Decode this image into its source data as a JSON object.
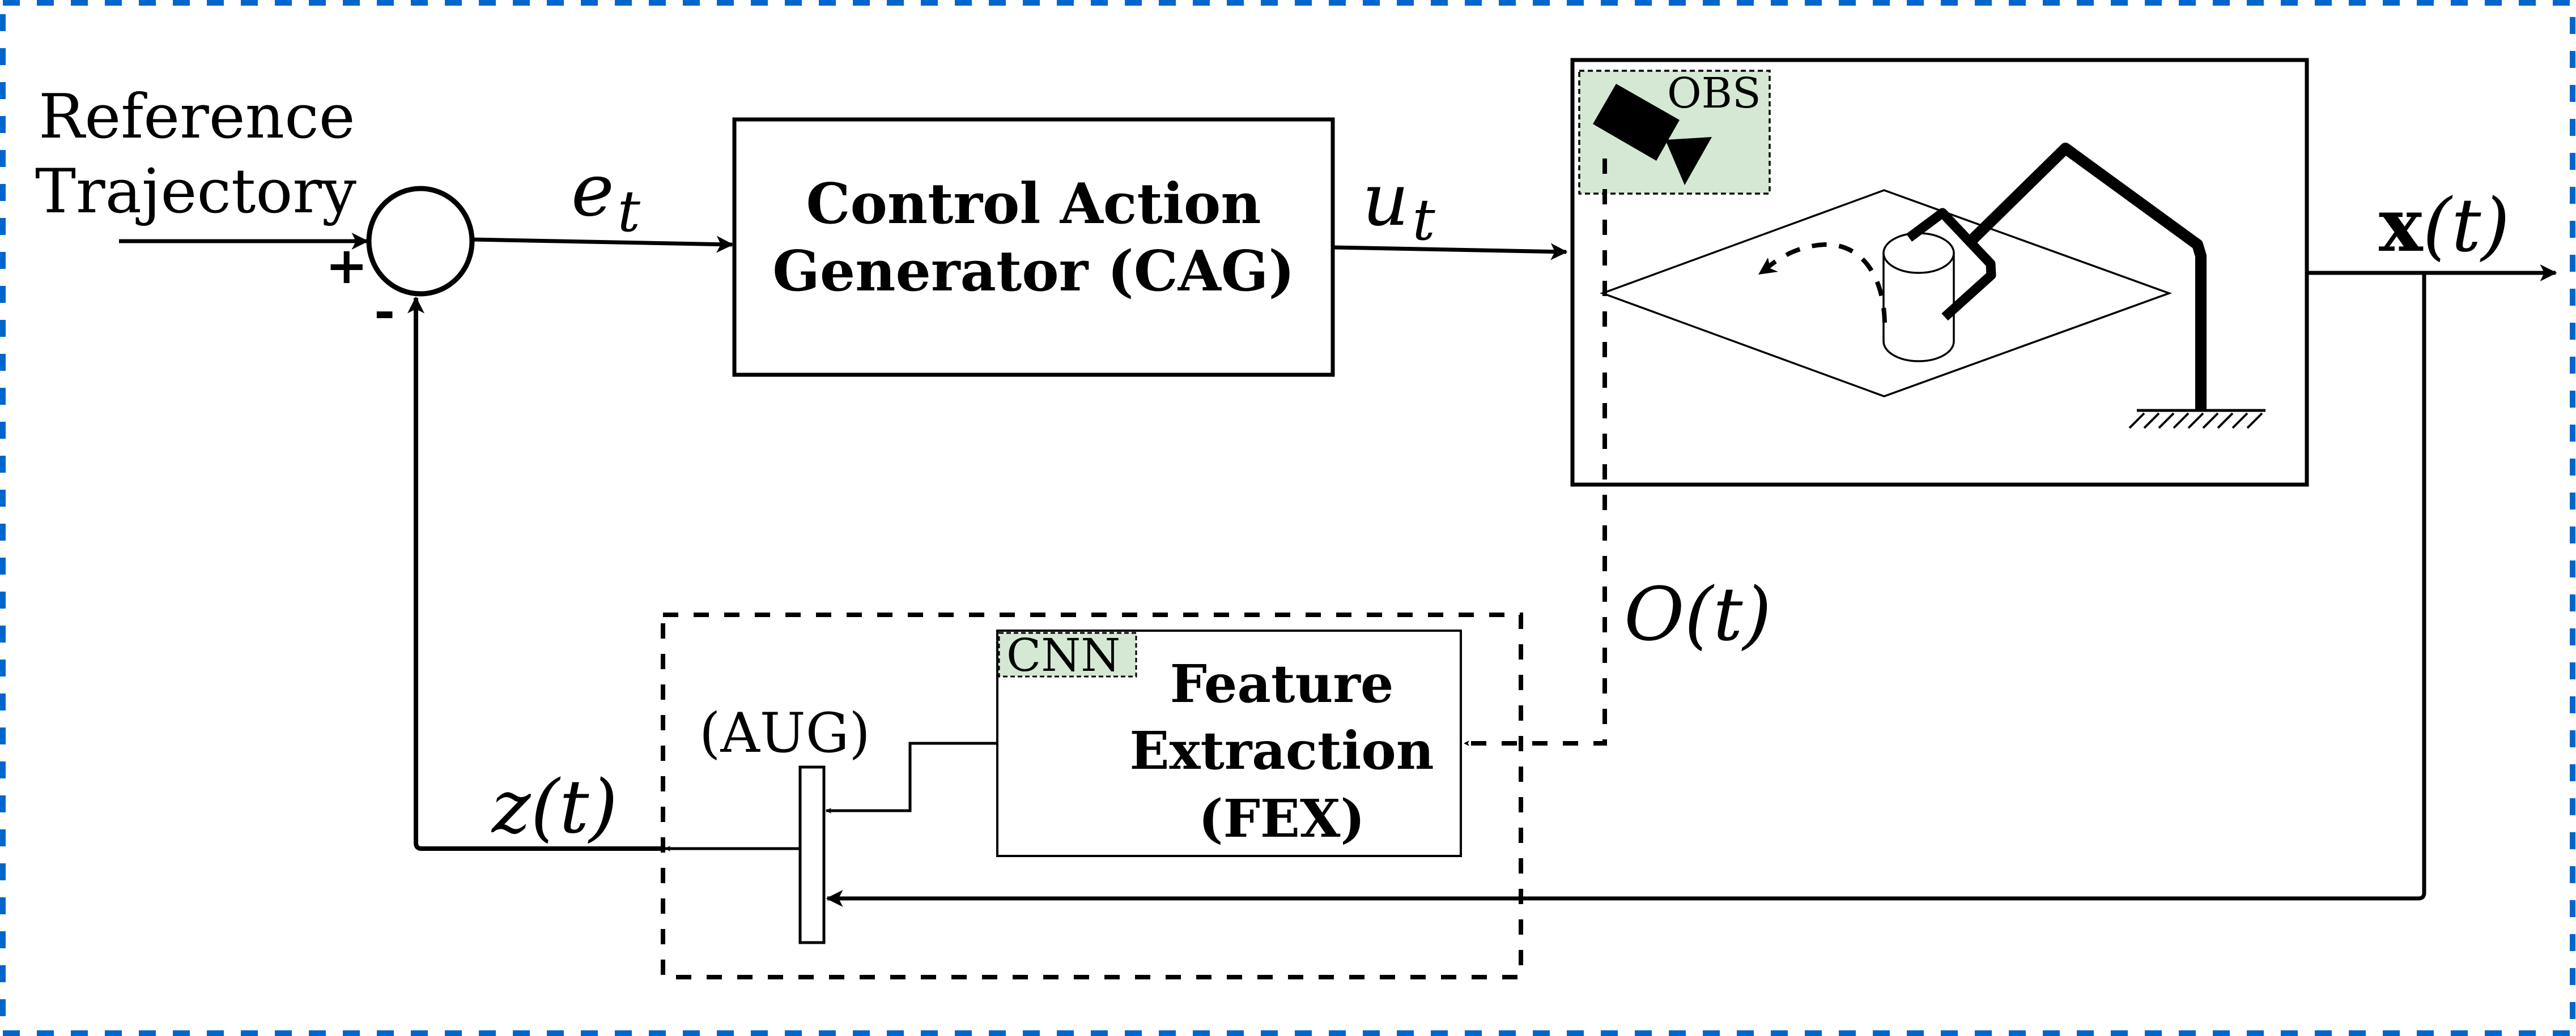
{
  "diagram": {
    "title": "Closed-loop visual control pipeline",
    "colors": {
      "frame_border": "#0066CC",
      "stroke": "#000000",
      "highlight_fill": "#D5E8D4",
      "background": "#FFFFFF"
    },
    "input": {
      "label_line1": "Reference",
      "label_line2": "Trajectory"
    },
    "summing_junction": {
      "plus_sign": "+",
      "minus_sign": "-"
    },
    "signals": {
      "error": {
        "main": "e",
        "sub": "t"
      },
      "control": {
        "main": "u",
        "sub": "t"
      },
      "state": {
        "main": "x",
        "arg": "(t)"
      },
      "observation": {
        "text": "O(t)"
      },
      "augmented": {
        "text": "z(t)"
      }
    },
    "blocks": {
      "cag": {
        "line1": "Control Action",
        "line2": "Generator (CAG)"
      },
      "plant": {
        "observer_tag": "OBS",
        "icons": [
          "camera-icon",
          "table-icon",
          "cylinder-object-icon",
          "robot-arm-icon",
          "ground-icon",
          "rotation-arrow-icon"
        ]
      },
      "fex": {
        "tag": "CNN",
        "line1": "Feature",
        "line2": "Extraction",
        "line3": "(FEX)"
      },
      "aug": {
        "label": "(AUG)"
      }
    }
  }
}
